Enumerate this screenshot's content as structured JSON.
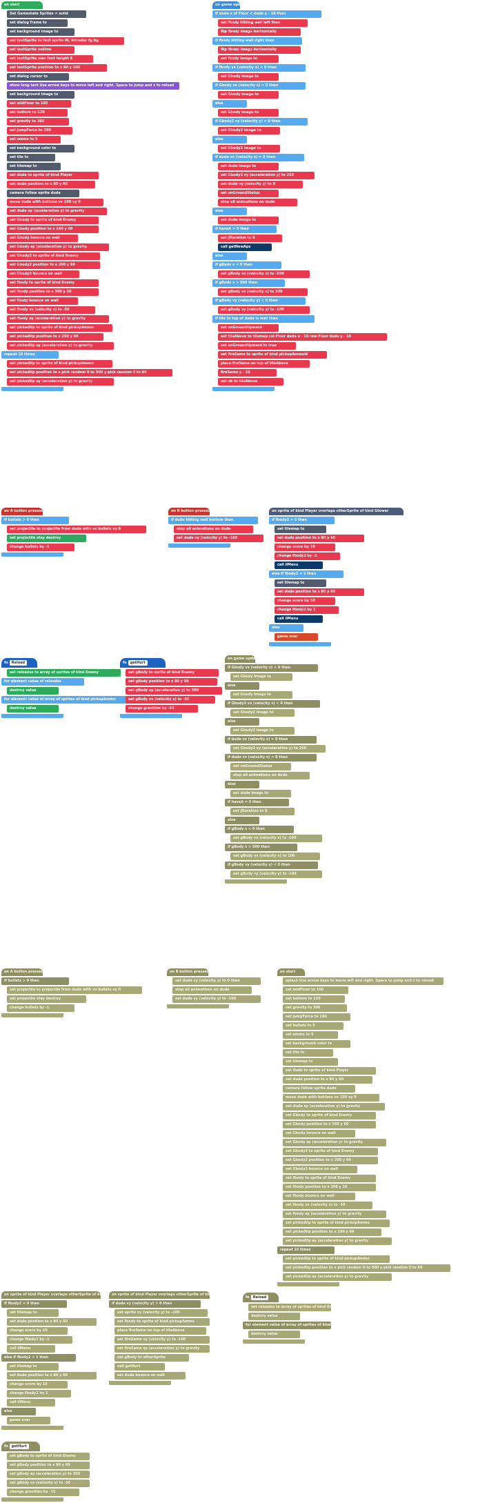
{
  "colors": {
    "events": "#c8352f",
    "sprites": "#e8394e",
    "logic": "#3f8ad8",
    "control": "#55aaf0",
    "text": "#8a55d7",
    "arrays": "#2eaa5d",
    "scene": "#525a6e",
    "disabled": "#a8a877"
  },
  "on_start": {
    "hat": "on start",
    "blocks": [
      "Set Gamestate  Sprites = solid",
      "set dialog frame to",
      "set background image to",
      "set textSprite to  text sprite  Hi, intruder  fg  bg",
      "set textSprite  outline",
      "set textSprite  max font height  8",
      "set textSprite  position to  x  80  y  100",
      "set dialog cursor to",
      "show long text  Use arrow keys to move left and right. Space to jump and z to reload",
      "set background image to",
      "set midFloor  to  100",
      "set bottom  to  120",
      "set gravity  to  300",
      "set jumpForce  to  160",
      "set ammo  to  5",
      "set background color to",
      "set tile  to",
      "set tilemap  to",
      "set dude  to  sprite  of kind  Player",
      "set dude  position to  x  80  y  60",
      "camera follow sprite  dude",
      "move  dude  with buttons  vx  100  vy  0",
      "set dude  ay (acceleration y)  to  gravity",
      "set Gbody  to  sprite  of kind  Enemy",
      "set Gbody  position to  x  140  y  60",
      "set Gbody  bounce on wall",
      "set Gbody  ay (acceleration y)  to  gravity",
      "set Gbody2  to  sprite  of kind  Enemy",
      "set Gbody2  position to  x  200  y  60",
      "set Gbody2  bounce on wall",
      "set fbody  to  sprite  of kind  Enemy",
      "set fbody  position to  x  300  y  20",
      "set fbody  bounce on wall",
      "set fbody  vx (velocity x)  to  -50",
      "set fbody  ay (acceleration y)  to  gravity",
      "set pickedUp  to  sprite  of kind  pickupAmmo",
      "set pickedUp  position to  x  250  y  60",
      "set pickedUp  ay (acceleration y)  to  gravity",
      "repeat  10  times",
      "set pickedUp  to  sprite  of kind  pickupAmmo",
      "set pickedUp  position to  x  pick random  0  to  500  y  pick random  0  to  60",
      "set pickedUp  ay (acceleration y)  to  gravity"
    ]
  },
  "on_game_update": {
    "hat": "on game update",
    "blocks": [
      "if  dude  x  of  Floor  <  dude  y  -  10  then",
      "set  fbody  hitting wall  left  then",
      "flip  fbody  image  horizontally",
      "if  fbody  hitting wall  right  then",
      "flip  fbody  image  horizontally",
      "set fbody  image to",
      "if  fbody  vx (velocity x)  <  0  then",
      "set Gbody  image to",
      "if  Gbody  vx (velocity x)  >  0  then",
      "set Gbody  image to",
      "else",
      "set Gbody  image to",
      "if  Gbody2  vy (velocity y)  <  0  then",
      "set Gbody2  image to",
      "else",
      "set Gbody2  image to",
      "if  dude  vx (velocity x)  =  0  then",
      "set  dude  image to",
      "set Gbody2  vy (acceleration y)  to  250",
      "set  dude  vy (velocity y)  to  0",
      "set  onGroundStatus",
      "stop  all  animations on  dude",
      "else",
      "set  dude  image to",
      "if  haveA  =  0  then",
      "set  jDuration  to  0",
      "call  getNewAps",
      "else",
      "if  gBody  x  <  0  then",
      "set  gBody  vx (velocity x)  to  -100",
      "if  gBody  x  >  500  then",
      "set  gBody  vx (velocity x)  to  100",
      "if  gBody  vy (velocity y)  <  0  then",
      "set  gBody  vy (velocity y)  to  -100",
      "if  tile  to  top  of  dude  is  wall  then",
      "set  onGroundUpward",
      "set  tileAbove  to  tilemap col  Floor  dude  x  -  10  row  Floor  dude  y  -  10",
      "set  onGroundUpward  to  true",
      "set  fireSame  to  sprite  of kind  pickupAmmoW",
      "place  fireSame  on top of  tileAbove",
      "fireSame  y  -  10",
      "set  ok  to  tileAbove"
    ]
  },
  "on_a_pressed": {
    "hat": "on A button pressed",
    "blocks": [
      "if  bullets  >  0  then",
      "set  projectile  to  projectile  from  dude  with vx  bullets  vy  0",
      "set  projectile  stay  destroy",
      "change  bullets  by  -1"
    ]
  },
  "on_b_pressed": {
    "hat": "on B button pressed",
    "blocks": [
      "if  dude  hitting wall  bottom  then",
      "stop  all  animations on  dude",
      "set  dude  vy (velocity y)  to  -160"
    ]
  },
  "on_overlap": {
    "hat": "on sprite of kind  Player  overlaps  otherSprite  of kind  Gtower",
    "blocks": [
      "if  fbody2  =  0  then",
      "set tilemap to",
      "set  dude  position to  x  80  y  60",
      "change score by  10",
      "change  fbody2  by  -1",
      "call  ilMenu",
      "else if  fbody2  =  1  then",
      "set tilemap to",
      "set  dude  position to  x  80  y  60",
      "change score by  10",
      "change  fbody2  by  1",
      "call  ilMenu",
      "else",
      "game over"
    ]
  },
  "fn_reload": {
    "name": "Reload",
    "blocks": [
      "set  reloadss  to  array of sprites of kind  Enemy",
      "for element  value  of  reloadss",
      "destroy  value",
      "for element  value  of  array of sprites of kind  pickupAmmo",
      "destroy  value"
    ]
  },
  "fn_gethurt": {
    "name": "getHurt",
    "blocks": [
      "set  gBody  to  sprite  of kind  Enemy",
      "set  gBody  position to  x  80  y  60",
      "set  gBody  ay (acceleration y)  to  300",
      "set  gBody  vx (velocity x)  to  -30",
      "change  gravities  by  -10"
    ]
  },
  "ghost_update": {
    "hat": "on game update",
    "blocks": [
      "if  Gbody  vx (velocity x)  <  0  then",
      "set  Gbody  image to",
      "else",
      "set  Gbody  image to",
      "if  Gbody2  vx (velocity x)  <  0  then",
      "set  Gbody2  image to",
      "else",
      "set  Gbody2  image to",
      "if  dude  vx (velocity x)  =  0  then",
      "set  Gbody2  vy (acceleration y)  to  250",
      "if  dude  vx (velocity x)  <  0  then",
      "set  onGroundStatus",
      "stop  all  animations on  dude",
      "else",
      "set  dude  image to",
      "if  haveA  =  0  then",
      "set  jDuration  to  0",
      "else",
      "if  gBody  x  <  0  then",
      "set  gBody  vx (velocity x)  to  -100",
      "if  gBody  x  >  500  then",
      "set  gBody  vx (velocity x)  to  100",
      "if  gBody  vy (velocity y)  <  0  then",
      "set  gBody  vy (velocity y)  to  -100"
    ]
  },
  "ghost_a": {
    "hat": "on A button pressed",
    "blocks": [
      "if  bullets  >  0  then",
      "set  projectile  to  projectile  from  dude  with vx  bullets  vy  0",
      "set  projectile  stay  destroy",
      "change  bullets  by  -1"
    ]
  },
  "ghost_b": {
    "hat": "on B button pressed",
    "blocks": [
      "set  dude  vy (velocity y)  to  0  then",
      "stop  all  animations on  dude",
      "set  dude  vy (velocity y)  to  -160"
    ]
  },
  "ghost_start": {
    "hat": "on start",
    "blocks": [
      "splash  Use arrow keys to move left and right.  Space to jump and z to reload",
      "set  midFloor  to  100",
      "set  bottom  to  120",
      "set  gravity  to  300",
      "set  jumpForce  to  160",
      "set  bullets  to  5",
      "set  ammo  to  5",
      "set background color to",
      "set  tile  to",
      "set  tilemap  to",
      "set  dude  to  sprite  of kind  Player",
      "set  dude  position to  x  80  y  60",
      "camera follow sprite  dude",
      "move  dude  with buttons  vx  100  vy  0",
      "set  dude  ay (acceleration y)  to  gravity",
      "set  Gbody  to  sprite  of kind  Enemy",
      "set  Gbody  position to  x  140  y  60",
      "set  Gbody  bounce on wall",
      "set  Gbody  ay (acceleration y)  to  gravity",
      "set  Gbody2  to  sprite  of kind  Enemy",
      "set  Gbody2  position to  x  200  y  60",
      "set  Gbody2  bounce on wall",
      "set  fbody  to  sprite  of kind  Enemy",
      "set  fbody  position to  x  300  y  20",
      "set  fbody  bounce on wall",
      "set  fbody  vx (velocity x)  to  -50",
      "set  fbody  ay (acceleration y)  to  gravity",
      "set  pickedUp  to  sprite  of kind  pickupAmmo",
      "set  pickedUp  position to  x  250  y  60",
      "set  pickedUp  ay (acceleration y)  to  gravity",
      "repeat  10  times",
      "set  pickedUp  to  sprite  of kind  pickupAmmo",
      "set  pickedUp  position to  x  pick random  0  to  500  y  pick random  0  to  60",
      "set  pickedUp  ay (acceleration y)  to  gravity"
    ]
  },
  "ghost_overlap1": {
    "hat": "on sprite of kind  Player  overlaps  otherSprite  of kind  Gtower",
    "blocks": [
      "if  fbody2  =  0  then",
      "set tilemap to",
      "set  dude  position to  x  80  y  60",
      "change score by  10",
      "change  fbody2  by  -1",
      "call  ilMenu",
      "else if  fbody2  =  1  then",
      "set tilemap to",
      "set  dude  position to  x  80  y  60",
      "change score by  10",
      "change  fbody2  by  1",
      "call  ilMenu",
      "else",
      "game over"
    ]
  },
  "ghost_overlap2": {
    "hat": "on sprite of kind  Player  overlaps  otherSprite  of kind  Enemy",
    "blocks": [
      "if  dude  vy (velocity y)  >  0  then",
      "set  sprite  vy (velocity y)  to  -100",
      "set  fbody  to  sprite  of kind  pickupAmmo",
      "place  fireSame  on top of  tileAbove",
      "set  fireSame  vy (velocity y)  to  -100",
      "set  fireSame  ay (acceleration y)  to  gravity",
      "set  gBody  to  otherSprite",
      "call  getHurt",
      "set  dude  bounce on wall"
    ]
  },
  "ghost_reload": {
    "name": "Reload",
    "blocks": [
      "set  reloadss  to  array of sprites of kind  Enemy",
      "destroy  value",
      "for element  value  of  array of sprites of kind  pickupAmmo",
      "destroy  value"
    ]
  },
  "ghost_gethurt": {
    "name": "getHurt",
    "blocks": [
      "set  gBody  to  sprite  of kind  Enemy",
      "set  gBody  position to  x  80  y  60",
      "set  gBody  ay (acceleration y)  to  300",
      "set  gBody  vx (velocity x)  to  -30",
      "change  gravities  by  -10"
    ]
  }
}
